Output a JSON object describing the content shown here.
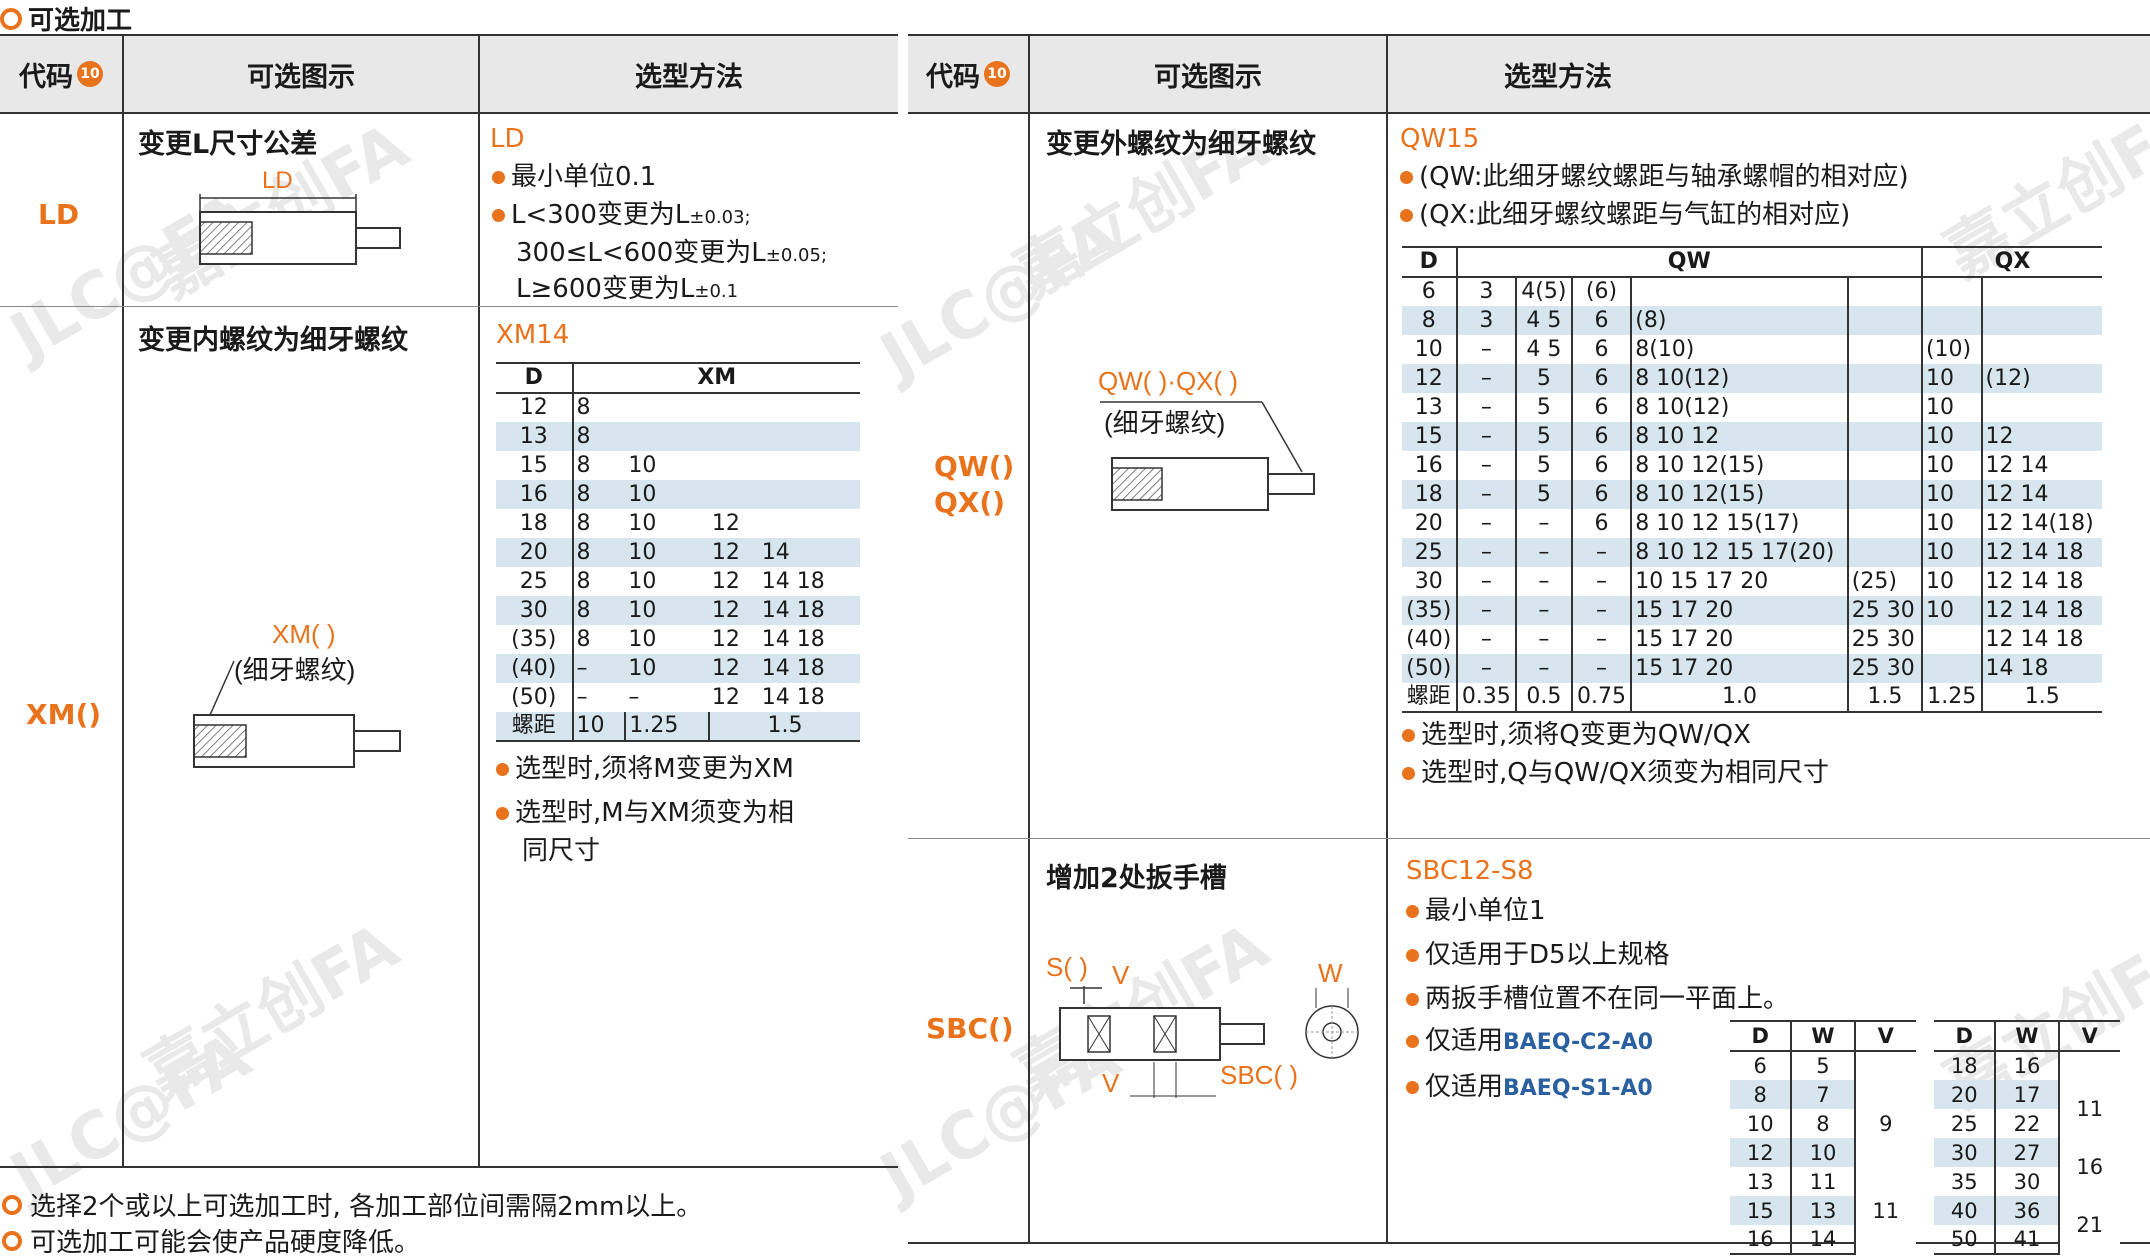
{
  "header": {
    "title": "可选加工"
  },
  "columns": {
    "code": "代码",
    "badge": "10",
    "figure": "可选图示",
    "method": "选型方法"
  },
  "watermark": {
    "brand": "嘉立创FA",
    "text": "JLC@FA"
  },
  "ld": {
    "code": "LD",
    "title": "变更L尺寸公差",
    "fig_label": "LD",
    "ex": "LD",
    "b1": "最小单位0.1",
    "b2": "L<300变更为L",
    "b2s": "±0.03;",
    "b3": "300≤L<600变更为L",
    "b3s": "±0.05;",
    "b4": "L≥600变更为L",
    "b4s": "±0.1"
  },
  "xm": {
    "code": "XM()",
    "title": "变更内螺纹为细牙螺纹",
    "fig_label": "XM( )",
    "fig_sub": "(细牙螺纹)",
    "ex": "XM14",
    "table": {
      "h": [
        "D",
        "XM"
      ],
      "rows": [
        [
          "12",
          "8",
          "",
          "",
          ""
        ],
        [
          "13",
          "8",
          "",
          "",
          ""
        ],
        [
          "15",
          "8",
          "10",
          "",
          ""
        ],
        [
          "16",
          "8",
          "10",
          "",
          ""
        ],
        [
          "18",
          "8",
          "10",
          "12",
          ""
        ],
        [
          "20",
          "8",
          "10",
          "12",
          "14"
        ],
        [
          "25",
          "8",
          "10",
          "12",
          "14 18"
        ],
        [
          "30",
          "8",
          "10",
          "12",
          "14 18"
        ],
        [
          "(35)",
          "8",
          "10",
          "12",
          "14 18"
        ],
        [
          "(40)",
          "–",
          "10",
          "12",
          "14 18"
        ],
        [
          "(50)",
          "–",
          "–",
          "12",
          "14 18"
        ]
      ],
      "pitch": [
        "螺距",
        "10",
        "1.25",
        "1.5"
      ]
    },
    "n1": "选型时,须将M变更为XM",
    "n2": "选型时,M与XM须变为相",
    "n2b": "同尺寸"
  },
  "qw": {
    "code1": "QW()",
    "code2": "QX()",
    "title": "变更外螺纹为细牙螺纹",
    "fig_label": "QW( )·QX( )",
    "fig_sub": "(细牙螺纹)",
    "ex": "QW15",
    "b1": "(QW:此细牙螺纹螺距与轴承螺帽的相对应)",
    "b2": "(QX:此细牙螺纹螺距与气缸的相对应)",
    "table": {
      "h": [
        "D",
        "QW",
        "QX"
      ],
      "rows": [
        [
          "6",
          "3",
          "4(5)",
          "(6)",
          "",
          "",
          "",
          ""
        ],
        [
          "8",
          "3",
          "4 5",
          "6",
          "(8)",
          "",
          "",
          ""
        ],
        [
          "10",
          "–",
          "4 5",
          "6",
          "8(10)",
          "",
          "(10)",
          ""
        ],
        [
          "12",
          "–",
          "5",
          "6",
          "8 10(12)",
          "",
          "10",
          "(12)"
        ],
        [
          "13",
          "–",
          "5",
          "6",
          "8 10(12)",
          "",
          "10",
          ""
        ],
        [
          "15",
          "–",
          "5",
          "6",
          "8 10 12",
          "",
          "10",
          "12"
        ],
        [
          "16",
          "–",
          "5",
          "6",
          "8 10 12(15)",
          "",
          "10",
          "12 14"
        ],
        [
          "18",
          "–",
          "5",
          "6",
          "8 10 12(15)",
          "",
          "10",
          "12 14"
        ],
        [
          "20",
          "–",
          "–",
          "6",
          "8 10 12 15(17)",
          "",
          "10",
          "12 14(18)"
        ],
        [
          "25",
          "–",
          "–",
          "–",
          "8 10 12 15 17(20)",
          "",
          "10",
          "12 14 18"
        ],
        [
          "30",
          "–",
          "–",
          "–",
          "10    15 17 20",
          "(25)",
          "10",
          "12 14 18"
        ],
        [
          "(35)",
          "–",
          "–",
          "–",
          "15 17 20",
          "25 30",
          "10",
          "12 14 18"
        ],
        [
          "(40)",
          "–",
          "–",
          "–",
          "15 17 20",
          "25 30",
          "",
          "12 14 18"
        ],
        [
          "(50)",
          "–",
          "–",
          "–",
          "15 17 20",
          "25 30",
          "",
          "14 18"
        ]
      ],
      "pitch": [
        "螺距",
        "0.35",
        "0.5",
        "0.75",
        "1.0",
        "1.5",
        "1.25",
        "1.5"
      ]
    },
    "n1": "选型时,须将Q变更为QW/QX",
    "n2": "选型时,Q与QW/QX须变为相同尺寸"
  },
  "sbc": {
    "code": "SBC()",
    "title": "增加2处扳手槽",
    "fig_s": "S( )",
    "fig_v": "V",
    "fig_v2": "V",
    "fig_w": "W",
    "fig_sbc": "SBC( )",
    "ex": "SBC12-S8",
    "b1": "最小单位1",
    "b2": "仅适用于D5以上规格",
    "b3": "两扳手槽位置不在同一平面上。",
    "b4": "仅适用",
    "b4p": "BAEQ-C2-A0",
    "b5": "仅适用",
    "b5p": "BAEQ-S1-A0",
    "t1": {
      "h": [
        "D",
        "W",
        "V"
      ],
      "rows": [
        [
          "6",
          "5"
        ],
        [
          "8",
          "7"
        ],
        [
          "10",
          "8"
        ],
        [
          "12",
          "10"
        ],
        [
          "13",
          "11"
        ],
        [
          "15",
          "13"
        ],
        [
          "16",
          "14"
        ]
      ],
      "v": [
        "9",
        "11"
      ]
    },
    "t2": {
      "h": [
        "D",
        "W",
        "V"
      ],
      "rows": [
        [
          "18",
          "16"
        ],
        [
          "20",
          "17"
        ],
        [
          "25",
          "22"
        ],
        [
          "30",
          "27"
        ],
        [
          "35",
          "30"
        ],
        [
          "40",
          "36"
        ],
        [
          "50",
          "41"
        ]
      ],
      "v": [
        "11",
        "16",
        "21"
      ]
    }
  },
  "footer": {
    "n1": "选择2个或以上可选加工时, 各加工部位间需隔2mm以上。",
    "n2": "可选加工可能会使产品硬度降低。"
  }
}
